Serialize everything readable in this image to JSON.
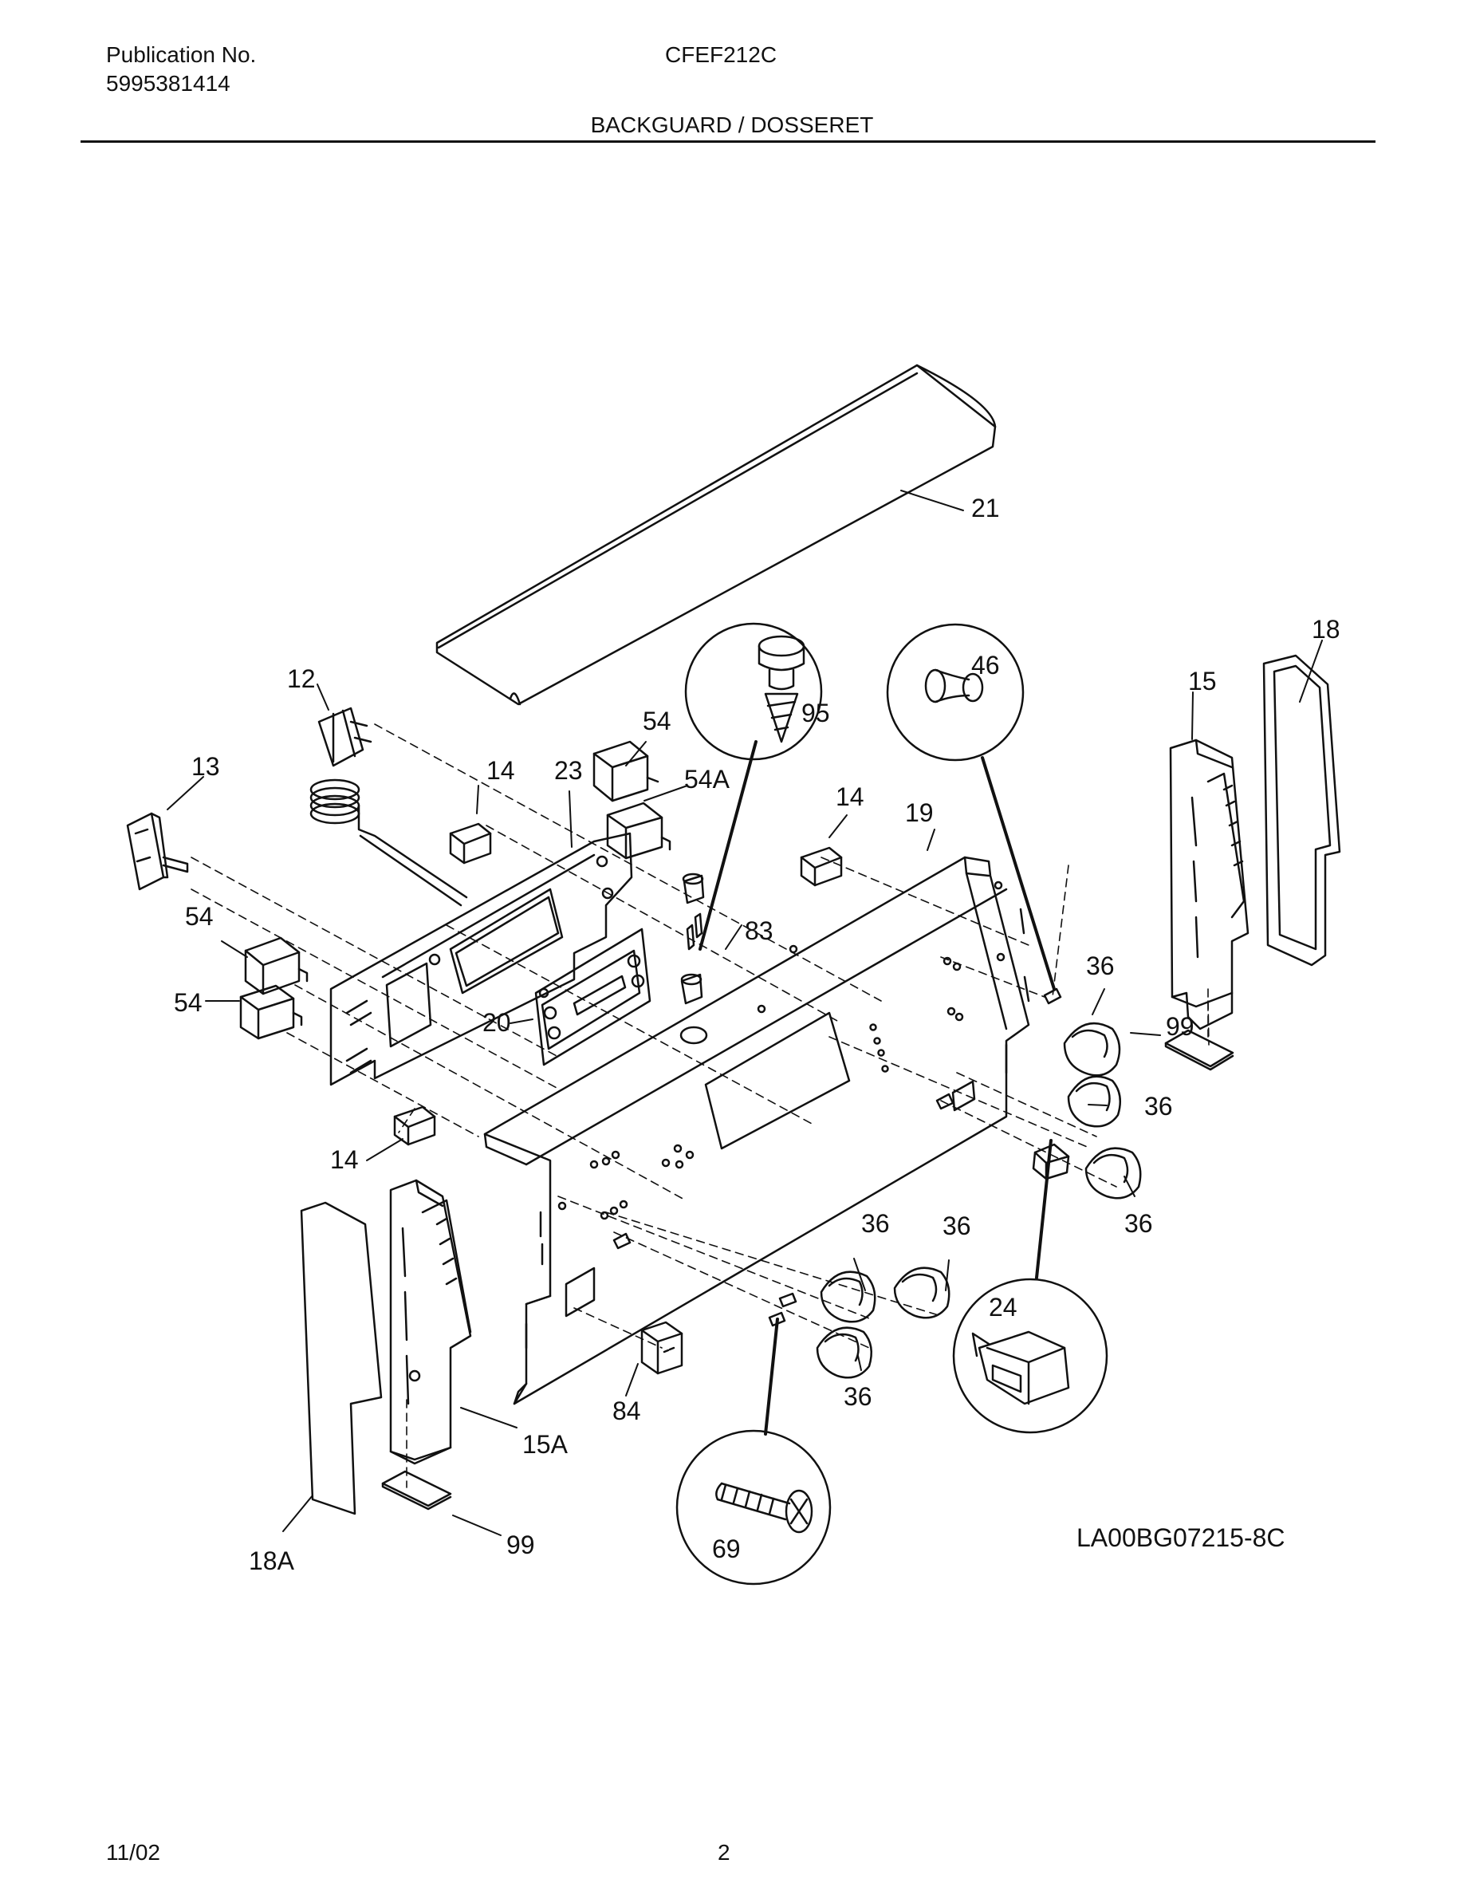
{
  "header": {
    "publication_label": "Publication No.",
    "publication_number": "5995381414",
    "model": "CFEF212C",
    "section_title": "BACKGUARD / DOSSERET"
  },
  "footer": {
    "date": "11/02",
    "page": "2",
    "drawing_id": "LA00BG07215-8C"
  },
  "callouts": {
    "c21": "21",
    "c18": "18",
    "c46": "46",
    "c95": "95",
    "c15": "15",
    "c12": "12",
    "c54_top": "54",
    "c13": "13",
    "c14_left": "14",
    "c23": "23",
    "c54a": "54A",
    "c14_mid": "14",
    "c19": "19",
    "c54_mid": "54",
    "c83": "83",
    "c36_a": "36",
    "c54_low": "54",
    "c20": "20",
    "c99_right": "99",
    "c36_b": "36",
    "c14_low": "14",
    "c36_c": "36",
    "c36_d": "36",
    "c36_e": "36",
    "c24": "24",
    "c36_f": "36",
    "c84": "84",
    "c15a": "15A",
    "c99_left": "99",
    "c18a": "18A",
    "c69": "69"
  }
}
